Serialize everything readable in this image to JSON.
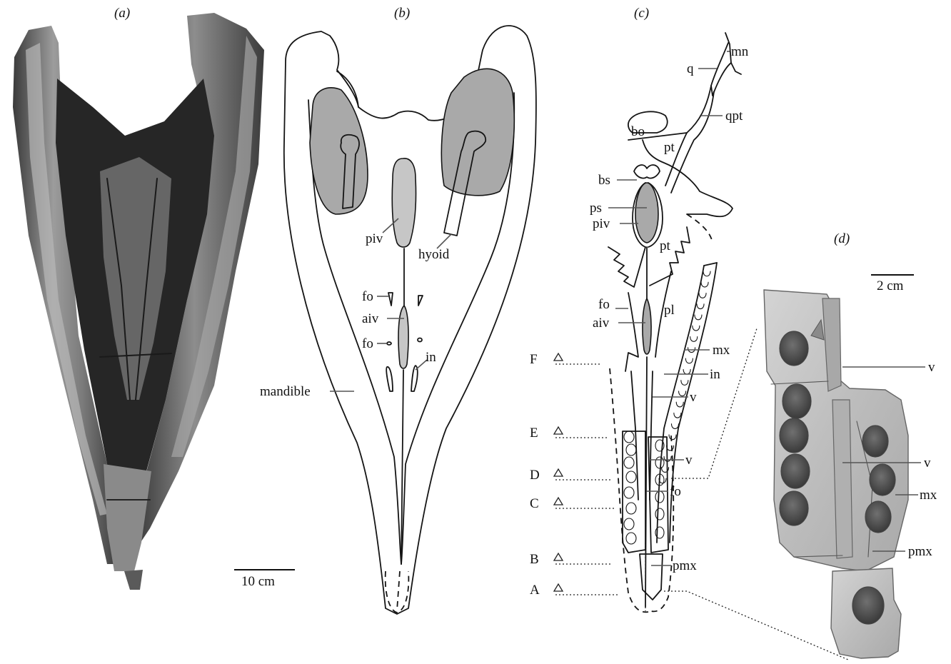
{
  "panels": {
    "a": "(a)",
    "b": "(b)",
    "c": "(c)",
    "d": "(d)"
  },
  "scale_bars": {
    "a": "10 cm",
    "d": "2 cm"
  },
  "panel_b_labels": {
    "piv": "piv",
    "hyoid": "hyoid",
    "fo_upper": "fo",
    "aiv": "aiv",
    "fo_lower": "fo",
    "in": "in",
    "mandible": "mandible"
  },
  "panel_c_labels": {
    "mn": "mn",
    "q": "q",
    "qpt": "qpt",
    "bo": "bo",
    "pt_upper": "pt",
    "bs": "bs",
    "ps": "ps",
    "piv": "piv",
    "pt_lower": "pt",
    "fo_upper": "fo",
    "pl": "pl",
    "aiv": "aiv",
    "mx": "mx",
    "in": "in",
    "v_upper": "v",
    "v_lower": "v",
    "fo_lower": "fo",
    "pmx": "pmx"
  },
  "section_markers": [
    "F",
    "E",
    "D",
    "C",
    "B",
    "A"
  ],
  "panel_d_labels": {
    "v_upper": "v",
    "v_lower": "v",
    "mx": "mx",
    "pmx": "pmx"
  },
  "colors": {
    "ink": "#151515",
    "fossil_dark": "#2b2b2b",
    "fossil_light": "#9a9a9a",
    "shade_dark": "#a9a9a9",
    "shade_light": "#c6c6c6",
    "leader": "#555555"
  }
}
